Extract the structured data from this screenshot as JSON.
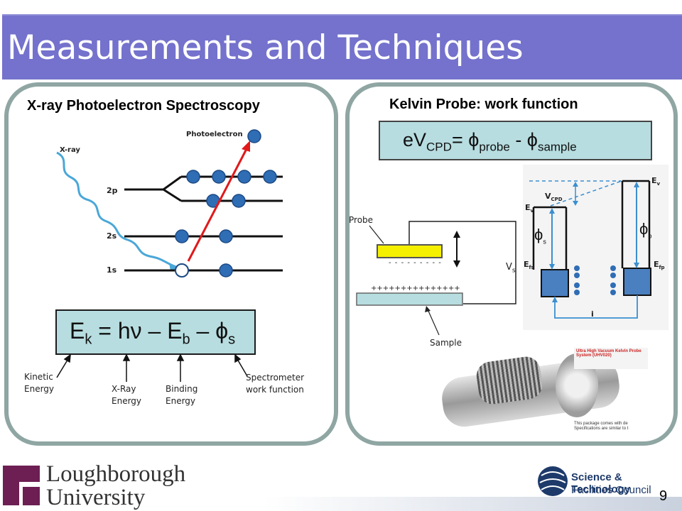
{
  "slide": {
    "title": "Measurements and Techniques",
    "page_number": "9"
  },
  "xps": {
    "heading": "X-ray Photoelectron Spectroscopy",
    "xray_label": "X-ray",
    "photoelectron_label": "Photoelectron",
    "level_2p": "2p",
    "level_2s": "2s",
    "level_1s": "1s",
    "formula": {
      "ek_main": "E",
      "ek_sub": "k",
      "mid": " = hν – E",
      "eb_sub": "b",
      "end": " – ϕ",
      "phi_sub": "s"
    },
    "labels": {
      "kinetic": [
        "Kinetic",
        "Energy"
      ],
      "xray": [
        "X-Ray",
        "Energy"
      ],
      "binding": [
        "Binding",
        "Energy"
      ],
      "spectrometer": [
        "Spectrometer",
        "work function"
      ]
    }
  },
  "kelvin": {
    "heading": "Kelvin Probe: work function",
    "formula": {
      "ev": "eV",
      "cpd": "CPD",
      "eq": "= ϕ",
      "probe": "probe",
      "minus": " - ϕ",
      "sample": "sample"
    },
    "probe_label": "Probe",
    "sample_label": "Sample",
    "minus_charges": "- - - - - - - - -",
    "plus_charges": "+++++++++++++++",
    "vs_label": "V",
    "vs_sub": "s",
    "diagram": {
      "ev_right": "E",
      "ev_right_sub": "v",
      "vcpd": "V",
      "vcpd_sub": "CPD",
      "ev_left": "E",
      "ev_left_sub": "v",
      "phi_s": "ϕ",
      "phi_s_sub": "s",
      "phi_p": "ϕ",
      "phi_p_sub": "p",
      "efs": "E",
      "efs_sub": "fs",
      "efp": "E",
      "efp_sub": "fp",
      "current": "i"
    },
    "photo_caption": "Ultra High Vacuum Kelvin Probe System (UHV020)",
    "photo_note": [
      "This package comes with de",
      "Specifications are similar to t"
    ]
  },
  "footer": {
    "lboro_line1": "Loughborough",
    "lboro_line2": "University",
    "stfc_line1": "Science & Technology",
    "stfc_line2": "Facilities Council"
  },
  "colors": {
    "title_bar": "#7472cc",
    "panel_border": "#8fa6a3",
    "formula_fill": "#b7dde0",
    "electron": "#2f6db5",
    "photo_arrow": "#e0191b",
    "xray_wave": "#4aa7d8",
    "lboro_purple": "#6d1f53",
    "stfc_navy": "#1d3a6a"
  }
}
